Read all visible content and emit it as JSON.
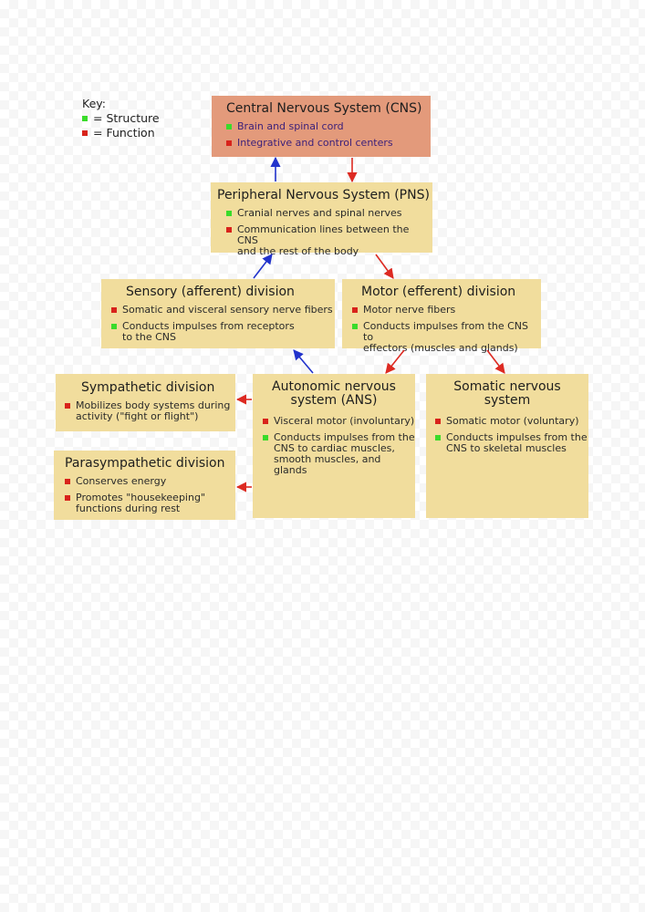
{
  "key": {
    "title": "Key:",
    "structure_label": "= Structure",
    "function_label": "= Function",
    "structure_color": "#3adb2a",
    "function_color": "#d8231b"
  },
  "cns": {
    "title": "Central Nervous System (CNS)",
    "items": [
      "Brain and spinal cord",
      "Integrative and control centers"
    ]
  },
  "pns": {
    "title": "Peripheral Nervous System (PNS)",
    "items": [
      "Cranial nerves and spinal nerves",
      "Communication lines between the CNS\nand the rest of the body"
    ]
  },
  "sensory": {
    "title": "Sensory (afferent) division",
    "items": [
      "Somatic and visceral sensory nerve fibers",
      "Conducts impulses from receptors\nto the CNS"
    ]
  },
  "motor": {
    "title": "Motor (efferent) division",
    "items": [
      "Motor nerve fibers",
      "Conducts impulses from the CNS to\neffectors (muscles and glands)"
    ]
  },
  "sympathetic": {
    "title": "Sympathetic division",
    "items": [
      "Mobilizes body systems during\nactivity (\"fight or flight\")"
    ]
  },
  "parasympathetic": {
    "title": "Parasympathetic division",
    "items": [
      "Conserves energy",
      "Promotes \"housekeeping\"\nfunctions during rest"
    ]
  },
  "autonomic": {
    "title": "Autonomic nervous\nsystem (ANS)",
    "items": [
      "Visceral motor (involuntary)",
      "Conducts impulses from the\nCNS to cardiac muscles,\nsmooth muscles, and glands"
    ]
  },
  "somatic": {
    "title": "Somatic nervous\nsystem",
    "items": [
      "Somatic motor (voluntary)",
      "Conducts impulses from the\nCNS to skeletal muscles"
    ]
  },
  "colors": {
    "box_fill": "#f1dd9d",
    "cns_fill": "#e39a7b",
    "arrow_blue": "#2233cc",
    "arrow_red": "#dd2a22"
  }
}
